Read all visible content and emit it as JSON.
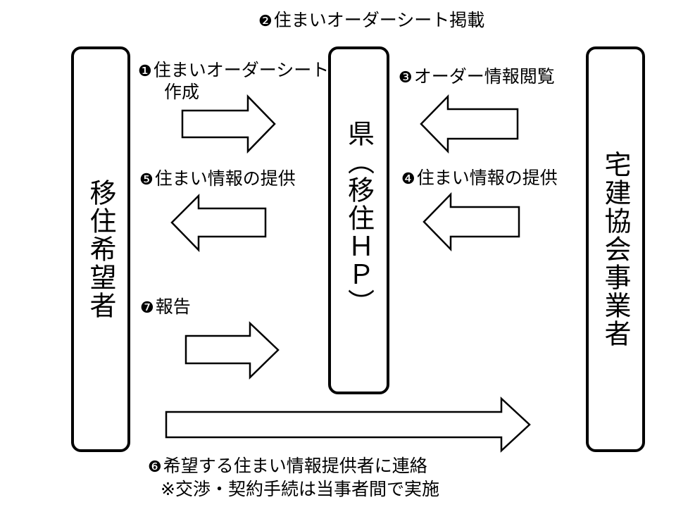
{
  "boxes": {
    "left": "移住希望者",
    "center": "県（移住ＨＰ）",
    "right": "宅建協会事業者"
  },
  "steps": {
    "s1": {
      "num": "❶",
      "line1": "住まいオーダーシート",
      "line2": "作成"
    },
    "s2": {
      "num": "❷",
      "text": "住まいオーダーシート掲載"
    },
    "s3": {
      "num": "❸",
      "text": "オーダー情報閲覧"
    },
    "s4": {
      "num": "❹",
      "text": "住まい情報の提供"
    },
    "s5": {
      "num": "❺",
      "text": "住まい情報の提供"
    },
    "s6": {
      "num": "❻",
      "line1": "希望する住まい情報提供者に連絡",
      "line2": "※交渉・契約手続は当事者間で実施"
    },
    "s7": {
      "num": "❼",
      "text": "報告"
    }
  },
  "colors": {
    "stroke": "#000000",
    "fill": "#ffffff"
  }
}
